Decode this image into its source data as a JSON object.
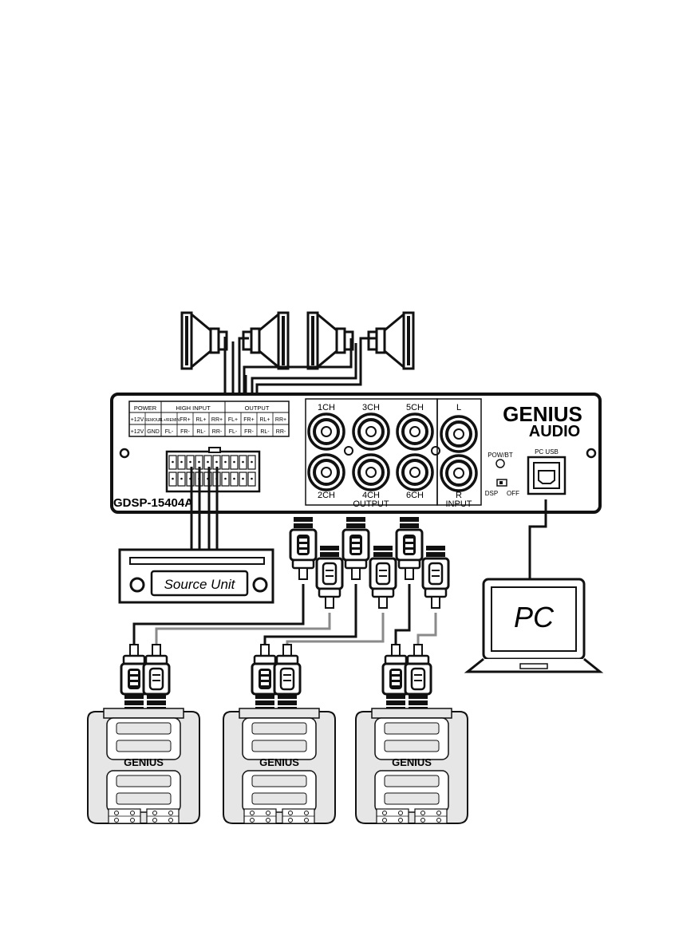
{
  "unit": {
    "model": "GDSP-15404A",
    "brand_line1": "GENIUS",
    "brand_line2": "AUDIO",
    "terminal_headers": {
      "power": "POWER",
      "high_input": "HIGH INPUT",
      "output": "OUTPUT"
    },
    "terminal_row1": [
      "+12V",
      "REMOUT",
      "FL+/REMIN",
      "FR+",
      "RL+",
      "RR+",
      "FL+",
      "FR+",
      "RL+",
      "RR+"
    ],
    "terminal_row2": [
      "+12V",
      "GND",
      "FL-",
      "FR-",
      "RL-",
      "RR-",
      "FL-",
      "FR-",
      "RL-",
      "RR-"
    ],
    "output_channels": [
      "1CH",
      "3CH",
      "5CH",
      "2CH",
      "4CH",
      "6CH"
    ],
    "output_label": "OUTPUT",
    "input_channels": [
      "L",
      "R"
    ],
    "input_label": "INPUT",
    "pow_label": "POW/BT",
    "usb_label": "PC USB",
    "dsp_label": "DSP",
    "off_label": "OFF"
  },
  "source_unit": {
    "label": "Source Unit"
  },
  "pc": {
    "label": "PC"
  },
  "amplifiers": [
    {
      "brand": "GENIUS"
    },
    {
      "brand": "GENIUS"
    },
    {
      "brand": "GENIUS"
    }
  ],
  "colors": {
    "line": "#1a1a1a",
    "gray_wire": "#8a8a8a",
    "amp_fill": "#e6e6e6"
  }
}
